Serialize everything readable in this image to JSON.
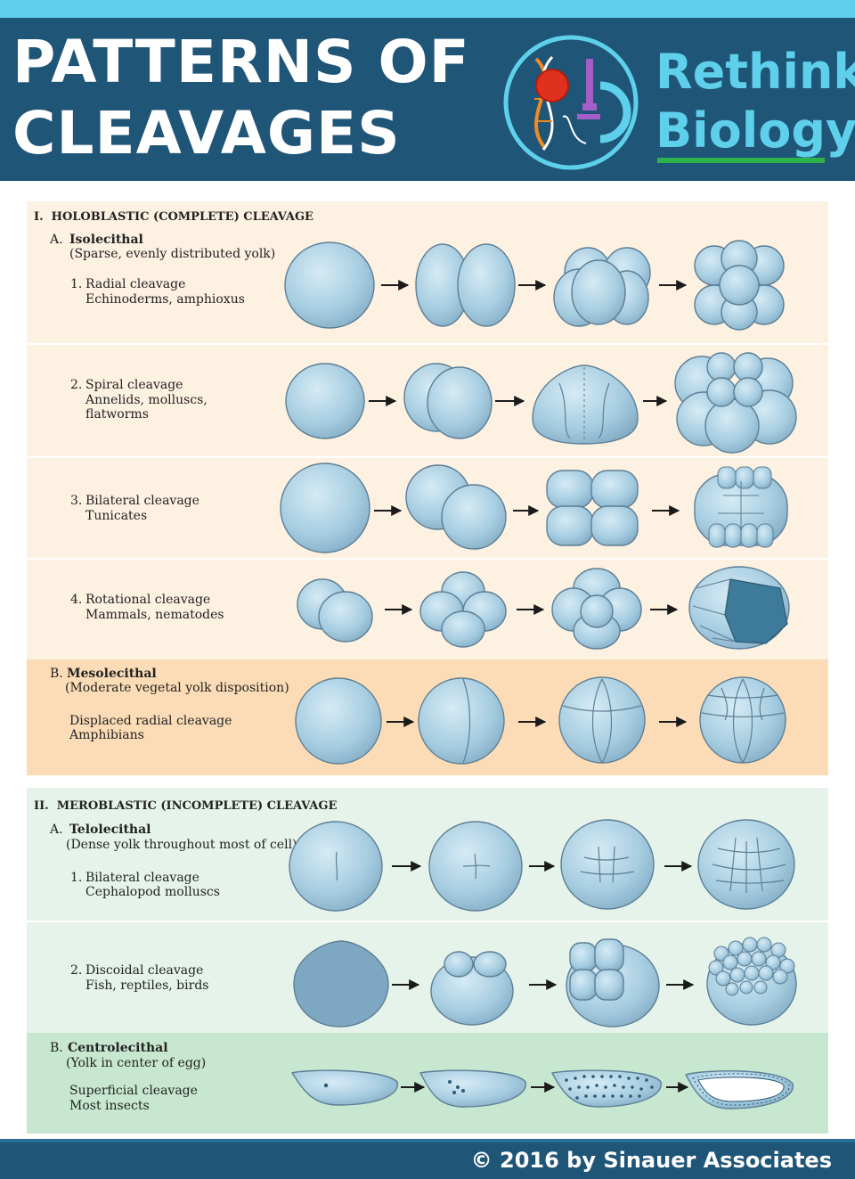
{
  "header": {
    "title_line1": "PATTERNS OF",
    "title_line2": "CLEAVAGES",
    "brand_line1": "Rethink",
    "brand_line2": "Biology"
  },
  "colors": {
    "header_bg": "#1f5577",
    "accent_cyan": "#5fd0ec",
    "brand_green": "#2eb24a",
    "isolecithal_bg": "#fdf1e2",
    "mesolecithal_bg": "#fbdcb6",
    "telolecithal_bg": "#e6f3ea",
    "centrolecithal_bg": "#c8e7d0",
    "cell_fill": "#a9cfe3",
    "cell_stroke": "#5d7f95"
  },
  "holoblastic": {
    "heading": "I.  HOLOBLASTIC (COMPLETE) CLEAVAGE",
    "isolecithal": {
      "label": "A.",
      "name": "Isolecithal",
      "desc": "(Sparse, evenly distributed yolk)"
    },
    "radial": {
      "number": "1.",
      "name": "Radial cleavage",
      "organisms": "Echinoderms, amphioxus"
    },
    "spiral": {
      "number": "2.",
      "name": "Spiral cleavage",
      "organisms_line1": "Annelids, molluscs,",
      "organisms_line2": "flatworms"
    },
    "bilateral": {
      "number": "3.",
      "name": "Bilateral cleavage",
      "organisms": "Tunicates"
    },
    "rotational": {
      "number": "4.",
      "name": "Rotational cleavage",
      "organisms": "Mammals, nematodes"
    },
    "mesolecithal": {
      "label": "B.",
      "name": "Mesolecithal",
      "desc": "(Moderate vegetal yolk disposition)",
      "pattern": "Displaced radial cleavage",
      "organisms": "Amphibians"
    }
  },
  "meroblastic": {
    "heading": "II.  MEROBLASTIC (INCOMPLETE) CLEAVAGE",
    "telolecithal": {
      "label": "A.",
      "name": "Telolecithal",
      "desc": "(Dense yolk throughout most of cell)"
    },
    "bilateral": {
      "number": "1.",
      "name": "Bilateral cleavage",
      "organisms": "Cephalopod molluscs"
    },
    "discoidal": {
      "number": "2.",
      "name": "Discoidal cleavage",
      "organisms": "Fish, reptiles, birds"
    },
    "centrolecithal": {
      "label": "B.",
      "name": "Centrolecithal",
      "desc": "(Yolk in center of egg)",
      "pattern": "Superficial cleavage",
      "organisms": "Most insects"
    }
  },
  "footer": {
    "copyright": "© 2016 by Sinauer Associates"
  }
}
